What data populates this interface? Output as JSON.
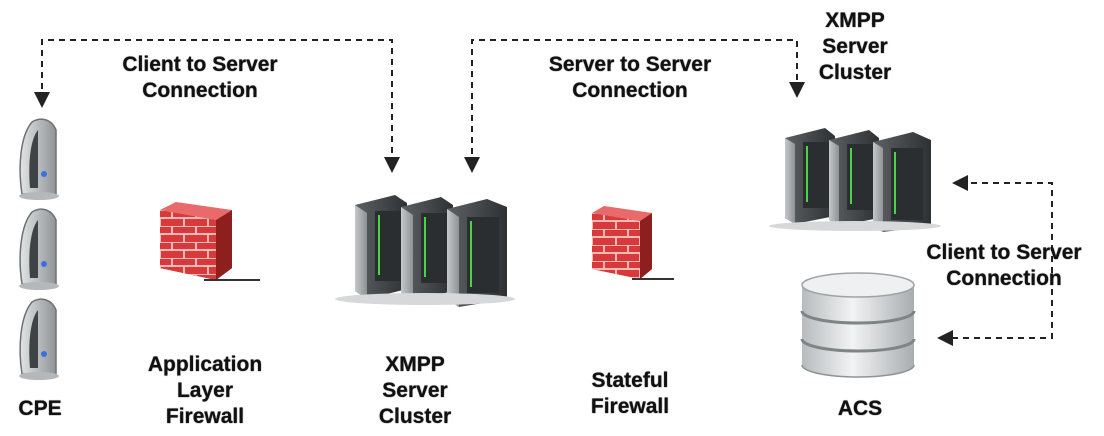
{
  "labels": {
    "client_to_server_top": "Client to Server\nConnection",
    "server_to_server": "Server to Server\nConnection",
    "xmpp_cluster_top": "XMPP\nServer\nCluster",
    "client_to_server_right": "Client to Server\nConnection",
    "cpe": "CPE",
    "app_firewall": "Application\nLayer\nFirewall",
    "xmpp_cluster_middle": "XMPP\nServer\nCluster",
    "stateful_firewall": "Stateful\nFirewall",
    "acs": "ACS"
  },
  "colors": {
    "connector": "#222222",
    "firewall": "#d23a3a",
    "server_body": "#9ea3a6",
    "server_dark": "#3b3f42",
    "led": "#4bd24b",
    "database": "#d9dcde",
    "cpe_body": "#c9ccce"
  }
}
